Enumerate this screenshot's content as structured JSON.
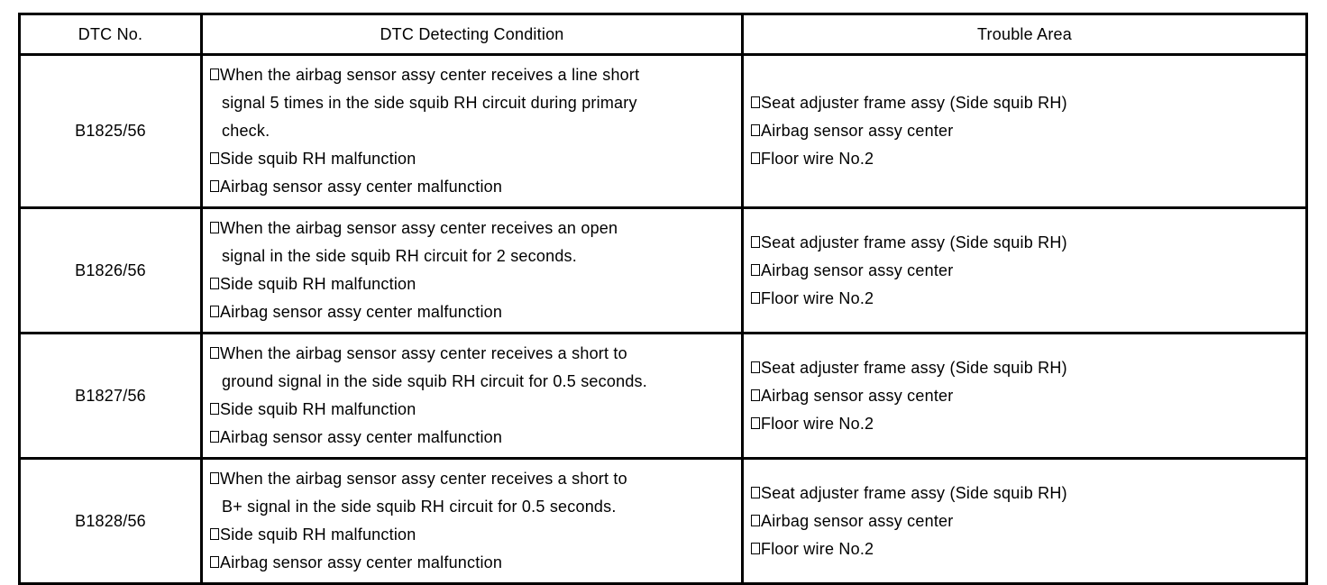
{
  "colors": {
    "background": "#ffffff",
    "text": "#000000",
    "border": "#000000"
  },
  "table": {
    "headers": [
      "DTC No.",
      "DTC Detecting Condition",
      "Trouble Area"
    ],
    "rows": [
      {
        "dtc": "B1825/56",
        "conditions": [
          "When the airbag sensor assy center receives a line short\nsignal 5 times in the side squib RH circuit during primary\ncheck.",
          "Side squib RH malfunction",
          "Airbag sensor assy center malfunction"
        ],
        "trouble_areas": [
          "Seat adjuster frame assy (Side squib RH)",
          "Airbag sensor assy center",
          "Floor wire No.2"
        ]
      },
      {
        "dtc": "B1826/56",
        "conditions": [
          "When the airbag sensor assy center receives an open\nsignal in the side squib RH circuit for 2 seconds.",
          "Side squib RH malfunction",
          "Airbag sensor assy center malfunction"
        ],
        "trouble_areas": [
          "Seat adjuster frame assy (Side squib RH)",
          "Airbag sensor assy center",
          "Floor wire No.2"
        ]
      },
      {
        "dtc": "B1827/56",
        "conditions": [
          "When the airbag sensor assy center receives a short to\nground signal in the side squib RH circuit for 0.5 seconds.",
          "Side squib RH malfunction",
          "Airbag sensor assy center malfunction"
        ],
        "trouble_areas": [
          "Seat adjuster frame assy (Side squib RH)",
          "Airbag sensor assy center",
          "Floor wire No.2"
        ]
      },
      {
        "dtc": "B1828/56",
        "conditions": [
          "When the airbag sensor assy center receives a short to\nB+ signal in the side squib RH circuit for 0.5 seconds.",
          "Side squib RH malfunction",
          "Airbag sensor assy center malfunction"
        ],
        "trouble_areas": [
          "Seat adjuster frame assy (Side squib RH)",
          "Airbag sensor assy center",
          "Floor wire No.2"
        ]
      }
    ]
  }
}
